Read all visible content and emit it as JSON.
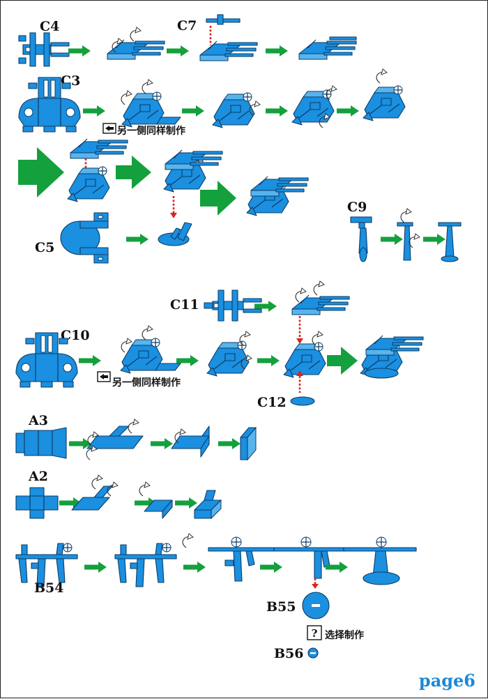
{
  "labels": {
    "c4": "C4",
    "c7": "C7",
    "c3": "C3",
    "c5": "C5",
    "c9": "C9",
    "c11": "C11",
    "c10": "C10",
    "c12": "C12",
    "a3": "A3",
    "a2": "A2",
    "b54": "B54",
    "b55": "B55",
    "b56": "B56"
  },
  "notes": {
    "other_side_1": "另一侧同样制作",
    "other_side_2": "另一侧同样制作",
    "optional": "选择制作",
    "optional_box": "?"
  },
  "page_number": "page6",
  "colors": {
    "part_blue": "#1b8fe0",
    "outline": "#0b3c66",
    "arrow_green": "#14a03c",
    "guide_red": "#d8261f",
    "page_number_blue": "#1d88d8"
  },
  "icons": [
    "mirror-side-icon",
    "question-box-icon",
    "fold-curl-arrow-icon",
    "green-step-arrow-icon",
    "red-dotted-guide-arrow-icon"
  ]
}
